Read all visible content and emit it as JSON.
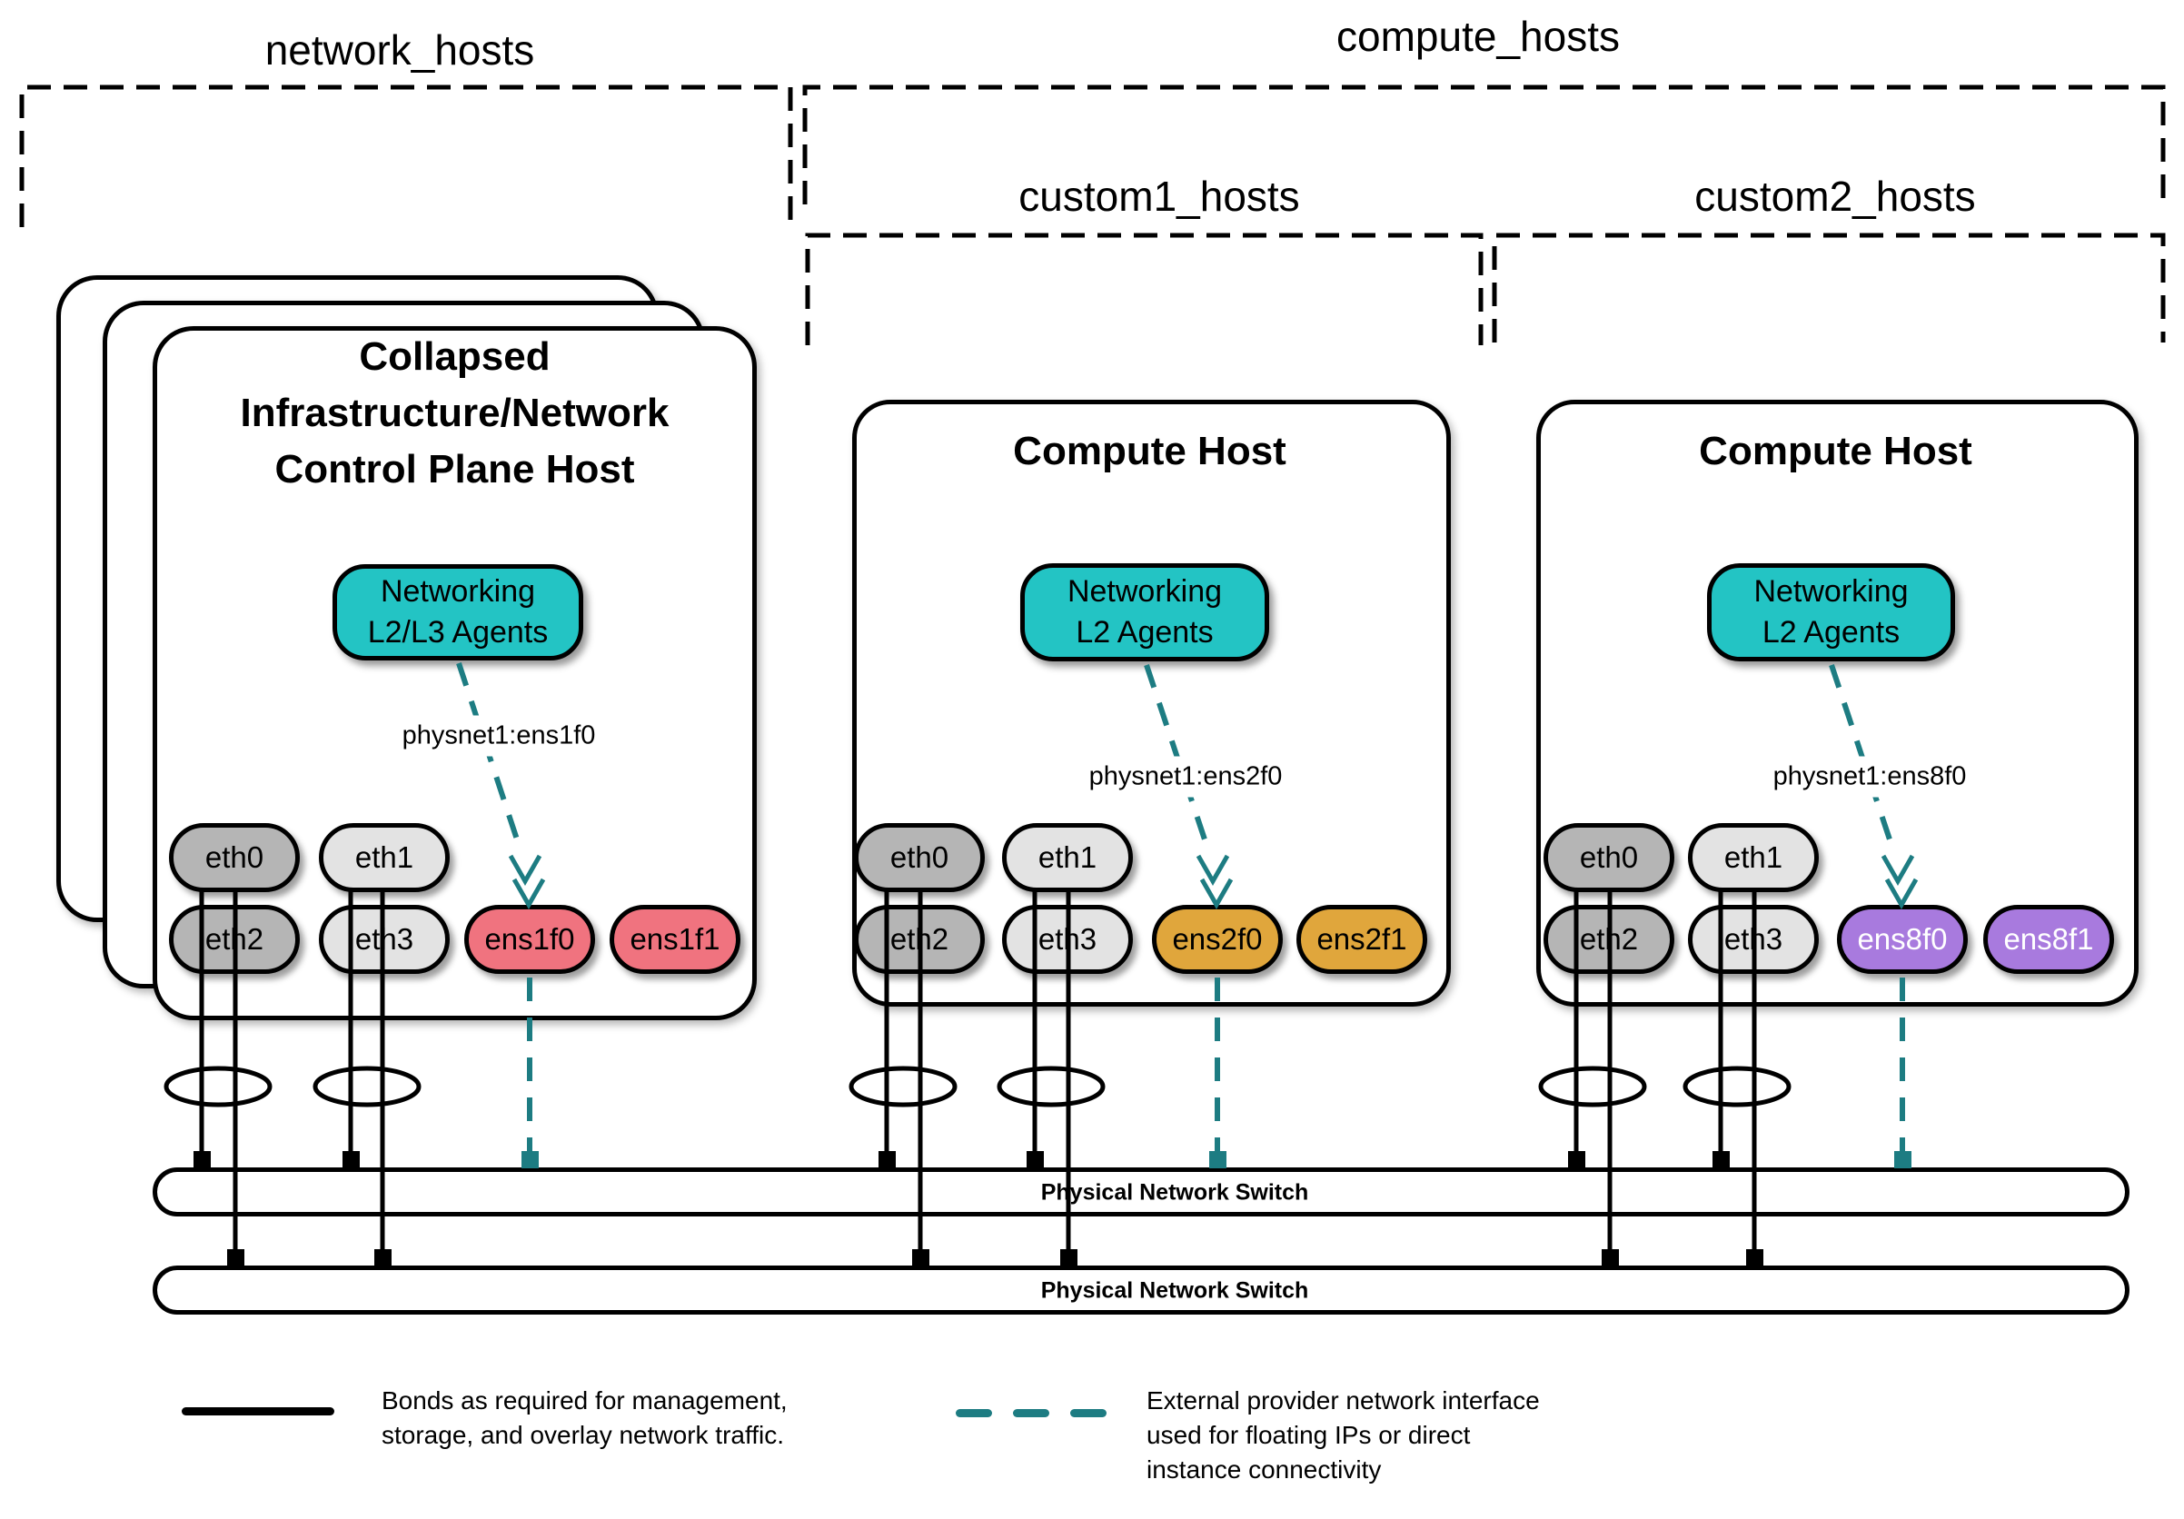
{
  "groups": {
    "network_hosts": {
      "label": "network_hosts"
    },
    "compute_hosts": {
      "label": "compute_hosts"
    },
    "custom1_hosts": {
      "label": "custom1_hosts"
    },
    "custom2_hosts": {
      "label": "custom2_hosts"
    }
  },
  "hosts": [
    {
      "title_lines": [
        "Collapsed",
        "Infrastructure/Network",
        "Control Plane Host"
      ],
      "agent_lines": [
        "Networking",
        "L2/L3 Agents"
      ],
      "physnet": "physnet1:ens1f0",
      "nics": [
        {
          "label": "eth0"
        },
        {
          "label": "eth1"
        },
        {
          "label": "eth2"
        },
        {
          "label": "eth3"
        },
        {
          "label": "ens1f0"
        },
        {
          "label": "ens1f1"
        }
      ]
    },
    {
      "title_lines": [
        "Compute Host"
      ],
      "agent_lines": [
        "Networking",
        "L2 Agents"
      ],
      "physnet": "physnet1:ens2f0",
      "nics": [
        {
          "label": "eth0"
        },
        {
          "label": "eth1"
        },
        {
          "label": "eth2"
        },
        {
          "label": "eth3"
        },
        {
          "label": "ens2f0"
        },
        {
          "label": "ens2f1"
        }
      ]
    },
    {
      "title_lines": [
        "Compute Host"
      ],
      "agent_lines": [
        "Networking",
        "L2 Agents"
      ],
      "physnet": "physnet1:ens8f0",
      "nics": [
        {
          "label": "eth0"
        },
        {
          "label": "eth1"
        },
        {
          "label": "eth2"
        },
        {
          "label": "eth3"
        },
        {
          "label": "ens8f0"
        },
        {
          "label": "ens8f1"
        }
      ]
    }
  ],
  "switches": [
    {
      "label": "Physical Network Switch"
    },
    {
      "label": "Physical Network Switch"
    }
  ],
  "legend": {
    "bond": {
      "swatch": "solid-black-line",
      "line1": "Bonds as required for management,",
      "line2": "storage, and overlay network traffic."
    },
    "provider": {
      "swatch": "dashed-teal-line",
      "line1": "External provider network interface",
      "line2": "used for floating IPs or direct",
      "line3": "instance connectivity"
    }
  },
  "colors": {
    "agent_teal": "#23c4c4",
    "provider_line_teal": "#1d7c82",
    "nic_gray_dark": "#b5b5b5",
    "nic_gray_light": "#e3e3e3",
    "nic_pink": "#f0737f",
    "nic_gold": "#e0a63c",
    "nic_purple": "#a87ade",
    "line_black": "#000000"
  }
}
